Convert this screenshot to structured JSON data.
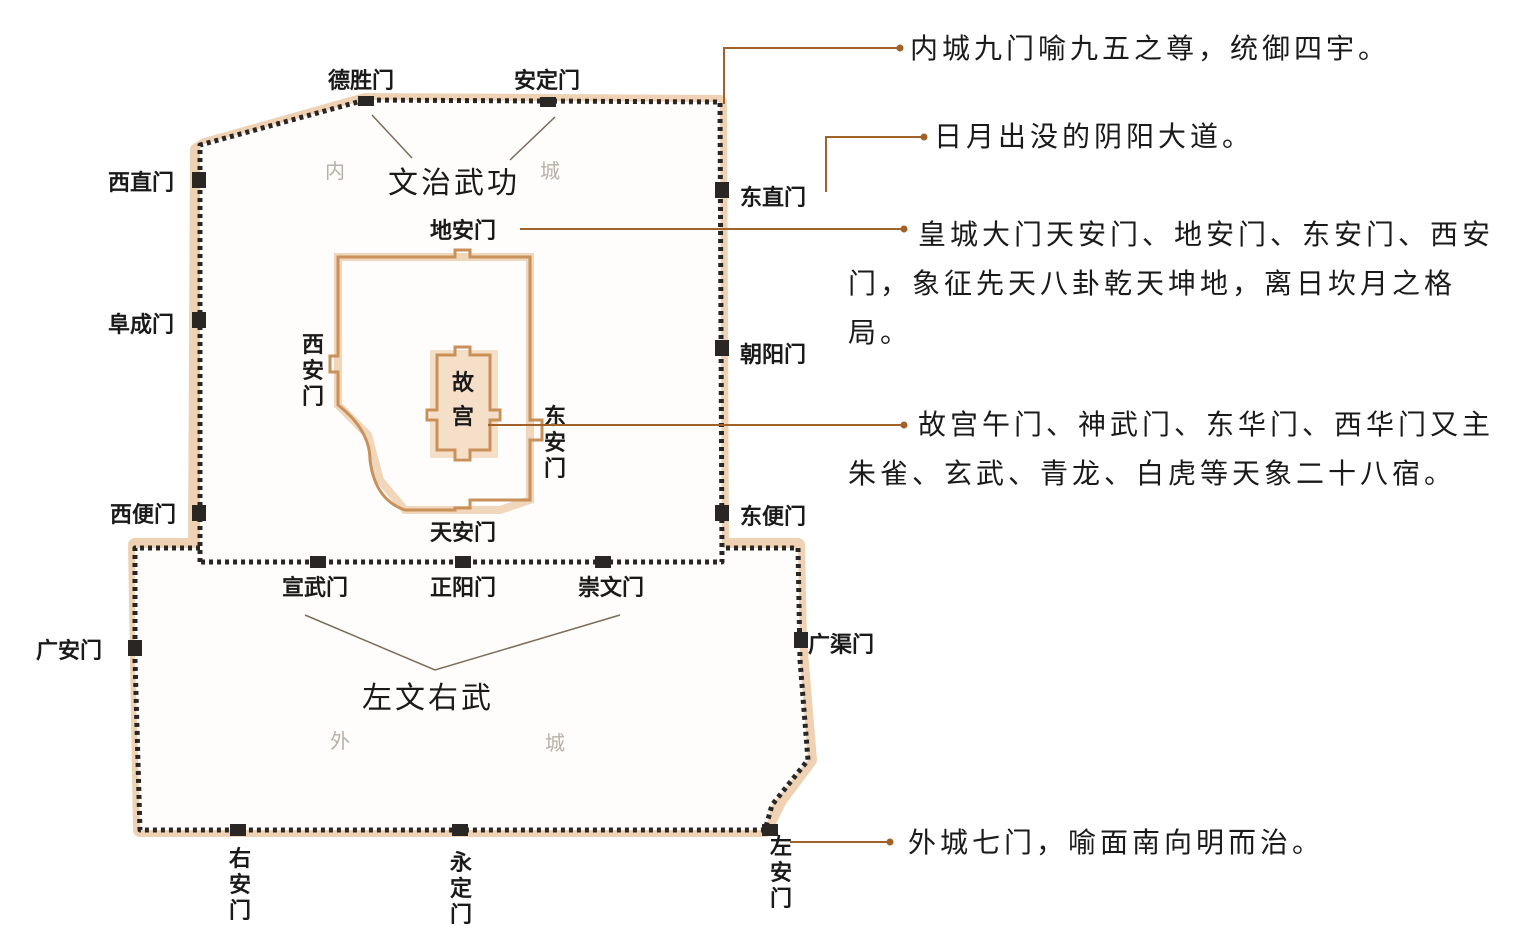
{
  "zones": {
    "inner_1": "内",
    "inner_2": "城",
    "outer_1": "外",
    "outer_2": "城"
  },
  "mottos": {
    "north": "文治武功",
    "south": "左文右武"
  },
  "gates": {
    "deshengmen": "德胜门",
    "andingmen": "安定门",
    "xizhimen": "西直门",
    "dongzhimen": "东直门",
    "fuchengmen": "阜成门",
    "chaoyangmen": "朝阳门",
    "xibianmen": "西便门",
    "dongbianmen": "东便门",
    "xuanwumen": "宣武门",
    "zhengyangmen": "正阳门",
    "chongwenmen": "崇文门",
    "guanganmen": "广安门",
    "guangqumen": "广渠门",
    "dianmen": "地安门",
    "tiananmen": "天安门",
    "xianmen": [
      "西",
      "安",
      "门"
    ],
    "donganmen": [
      "东",
      "安",
      "门"
    ],
    "youanmen": [
      "右",
      "安",
      "门"
    ],
    "yongdingmen": [
      "永",
      "定",
      "门"
    ],
    "zuoanmen": [
      "左",
      "安",
      "门"
    ]
  },
  "palace": [
    "故",
    "宫"
  ],
  "notes": {
    "inner_city": "内城九门喻九五之尊，统御四宇。",
    "sun_moon": "日月出没的阴阳大道。",
    "imperial_city": "皇城大门天安门、地安门、东安门、西安门，象征先天八卦乾天坤地，离日坎月之格局。",
    "forbidden_city": "故宫午门、神武门、东华门、西华门又主朱雀、玄武、青龙、白虎等天象二十八宿。",
    "outer_city": "外城七门，喻面南向明而治。"
  },
  "colors": {
    "wall": "#2a2623",
    "wall_glow": "#e8c39a",
    "imperial_wall": "#c9905a",
    "leader_line": "#a0622a",
    "text": "#1a1a1a"
  }
}
